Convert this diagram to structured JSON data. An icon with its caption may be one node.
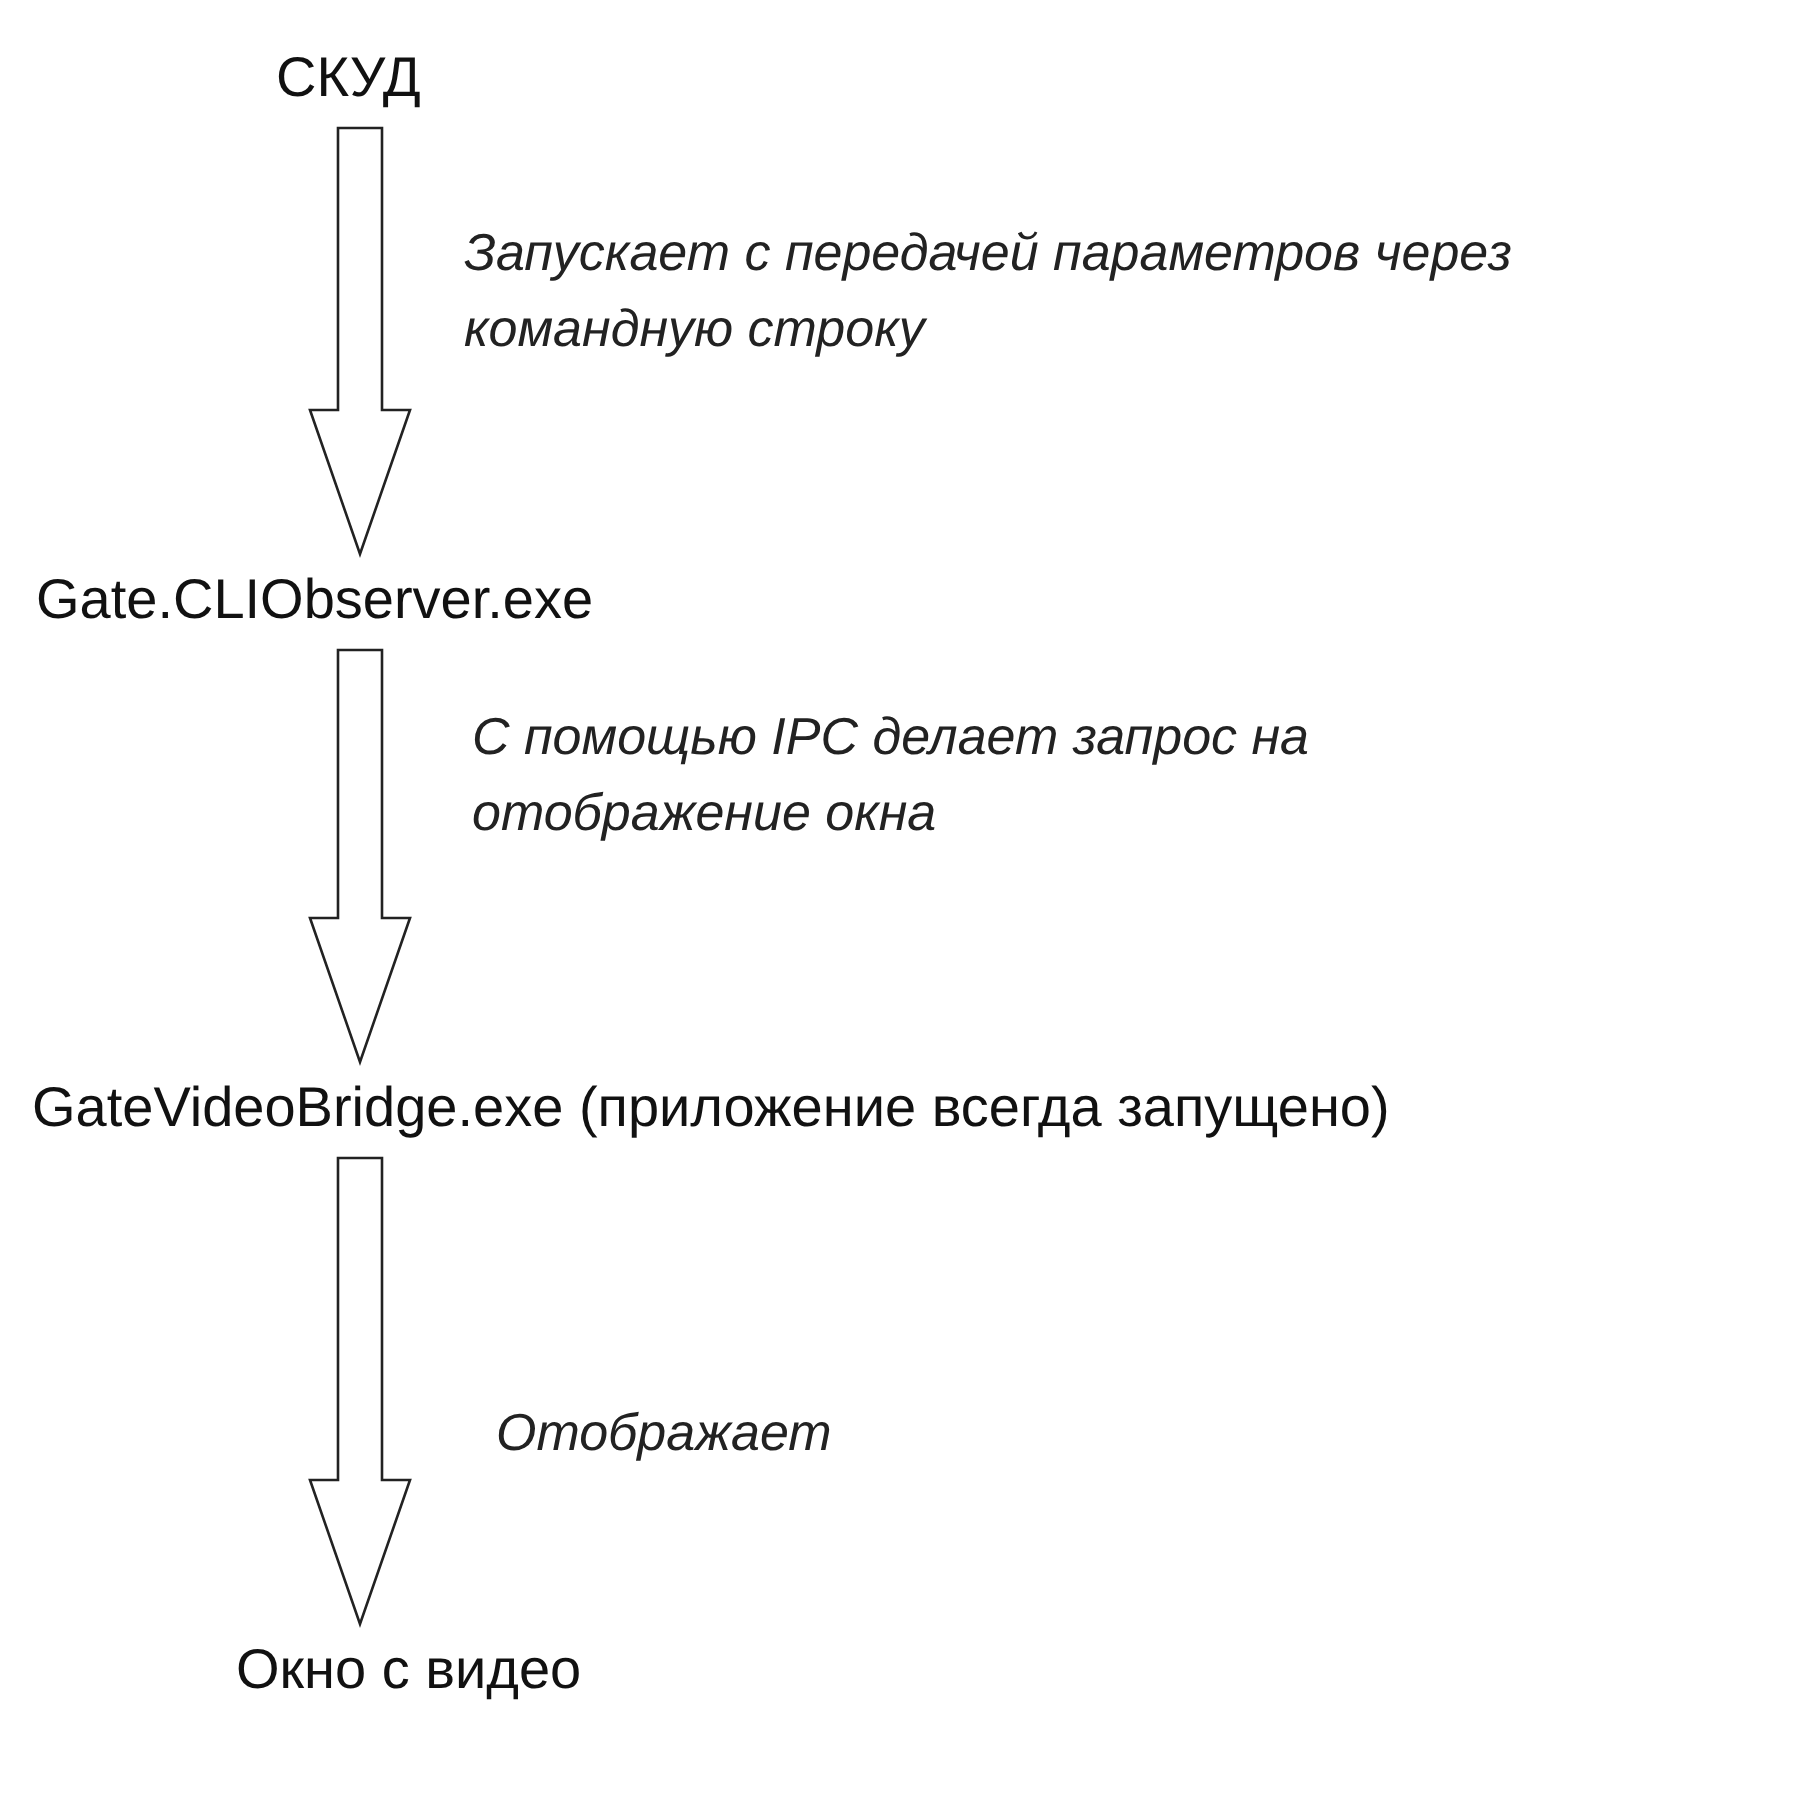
{
  "diagram": {
    "nodes": [
      {
        "text": [
          "СКУД"
        ]
      },
      {
        "text": [
          "Gate.CLIObserver.exe"
        ]
      },
      {
        "text": [
          "GateVideoBridge.exe (приложение всегда запущено)"
        ]
      },
      {
        "text": [
          "Окно с видео"
        ]
      }
    ],
    "edges": [
      {
        "from": 0,
        "to": 1,
        "arrow": "to",
        "label": "Запускает с передачей параметров через командную строку"
      },
      {
        "from": 1,
        "to": 2,
        "arrow": "to",
        "label": "С помощью IPC делает запрос на отображение окна"
      },
      {
        "from": 2,
        "to": 3,
        "arrow": "to",
        "label": "Отображает"
      }
    ]
  }
}
